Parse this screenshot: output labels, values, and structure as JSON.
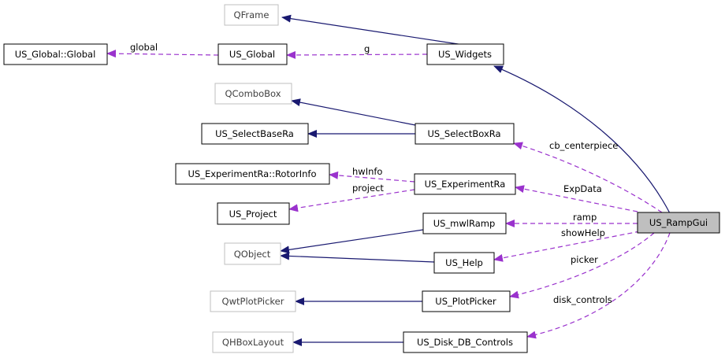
{
  "nodes": {
    "qframe": "QFrame",
    "us_global_global": "US_Global::Global",
    "us_global": "US_Global",
    "us_widgets": "US_Widgets",
    "qcombobox": "QComboBox",
    "us_selectbasera": "US_SelectBaseRa",
    "us_selectboxra": "US_SelectBoxRa",
    "us_experimentra_rotorinfo": "US_ExperimentRa::RotorInfo",
    "us_experimentra": "US_ExperimentRa",
    "us_project": "US_Project",
    "us_mwlramp": "US_mwlRamp",
    "qobject": "QObject",
    "us_help": "US_Help",
    "us_rampgui": "US_RampGui",
    "qwtplotpicker": "QwtPlotPicker",
    "us_plotpicker": "US_PlotPicker",
    "qhboxlayout": "QHBoxLayout",
    "us_disk_db_controls": "US_Disk_DB_Controls"
  },
  "edge_labels": {
    "global": "global",
    "g": "g",
    "cb_centerpiece": "cb_centerpiece",
    "hwinfo": "hwInfo",
    "project": "project",
    "expdata": "ExpData",
    "ramp": "ramp",
    "showhelp": "showHelp",
    "picker": "picker",
    "disk_controls": "disk_controls"
  },
  "colors": {
    "inheritance_edge": "#191970",
    "usage_edge": "#9a32cd",
    "focus_node_fill": "#bfbfbf",
    "external_node_border": "#bfbfbf"
  }
}
